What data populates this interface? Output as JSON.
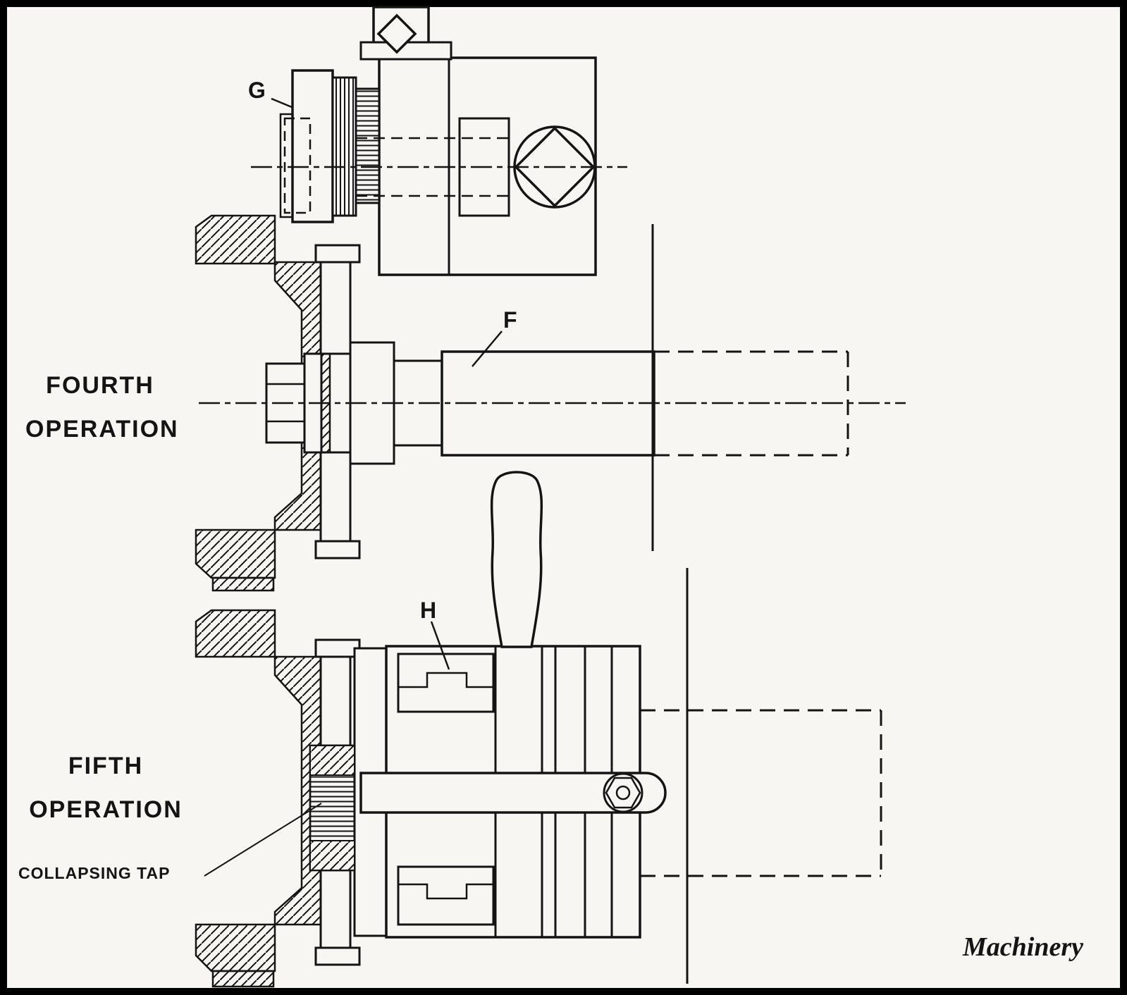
{
  "figure": {
    "type": "machining-operations-diagram",
    "operations": [
      {
        "order": 4,
        "part_labels": [
          "G",
          "F"
        ]
      },
      {
        "order": 5,
        "part_labels": [
          "H"
        ],
        "annotation": "COLLAPSING TAP"
      }
    ]
  },
  "labels": {
    "op4_line1": "FOURTH",
    "op4_line2": "OPERATION",
    "op5_line1": "FIFTH",
    "op5_line2": "OPERATION",
    "g": "G",
    "f": "F",
    "h": "H",
    "collapsing_tap": "COLLAPSING TAP",
    "signature": "Machinery"
  },
  "colors": {
    "ink": "#141414",
    "paper": "#f7f6f2"
  }
}
